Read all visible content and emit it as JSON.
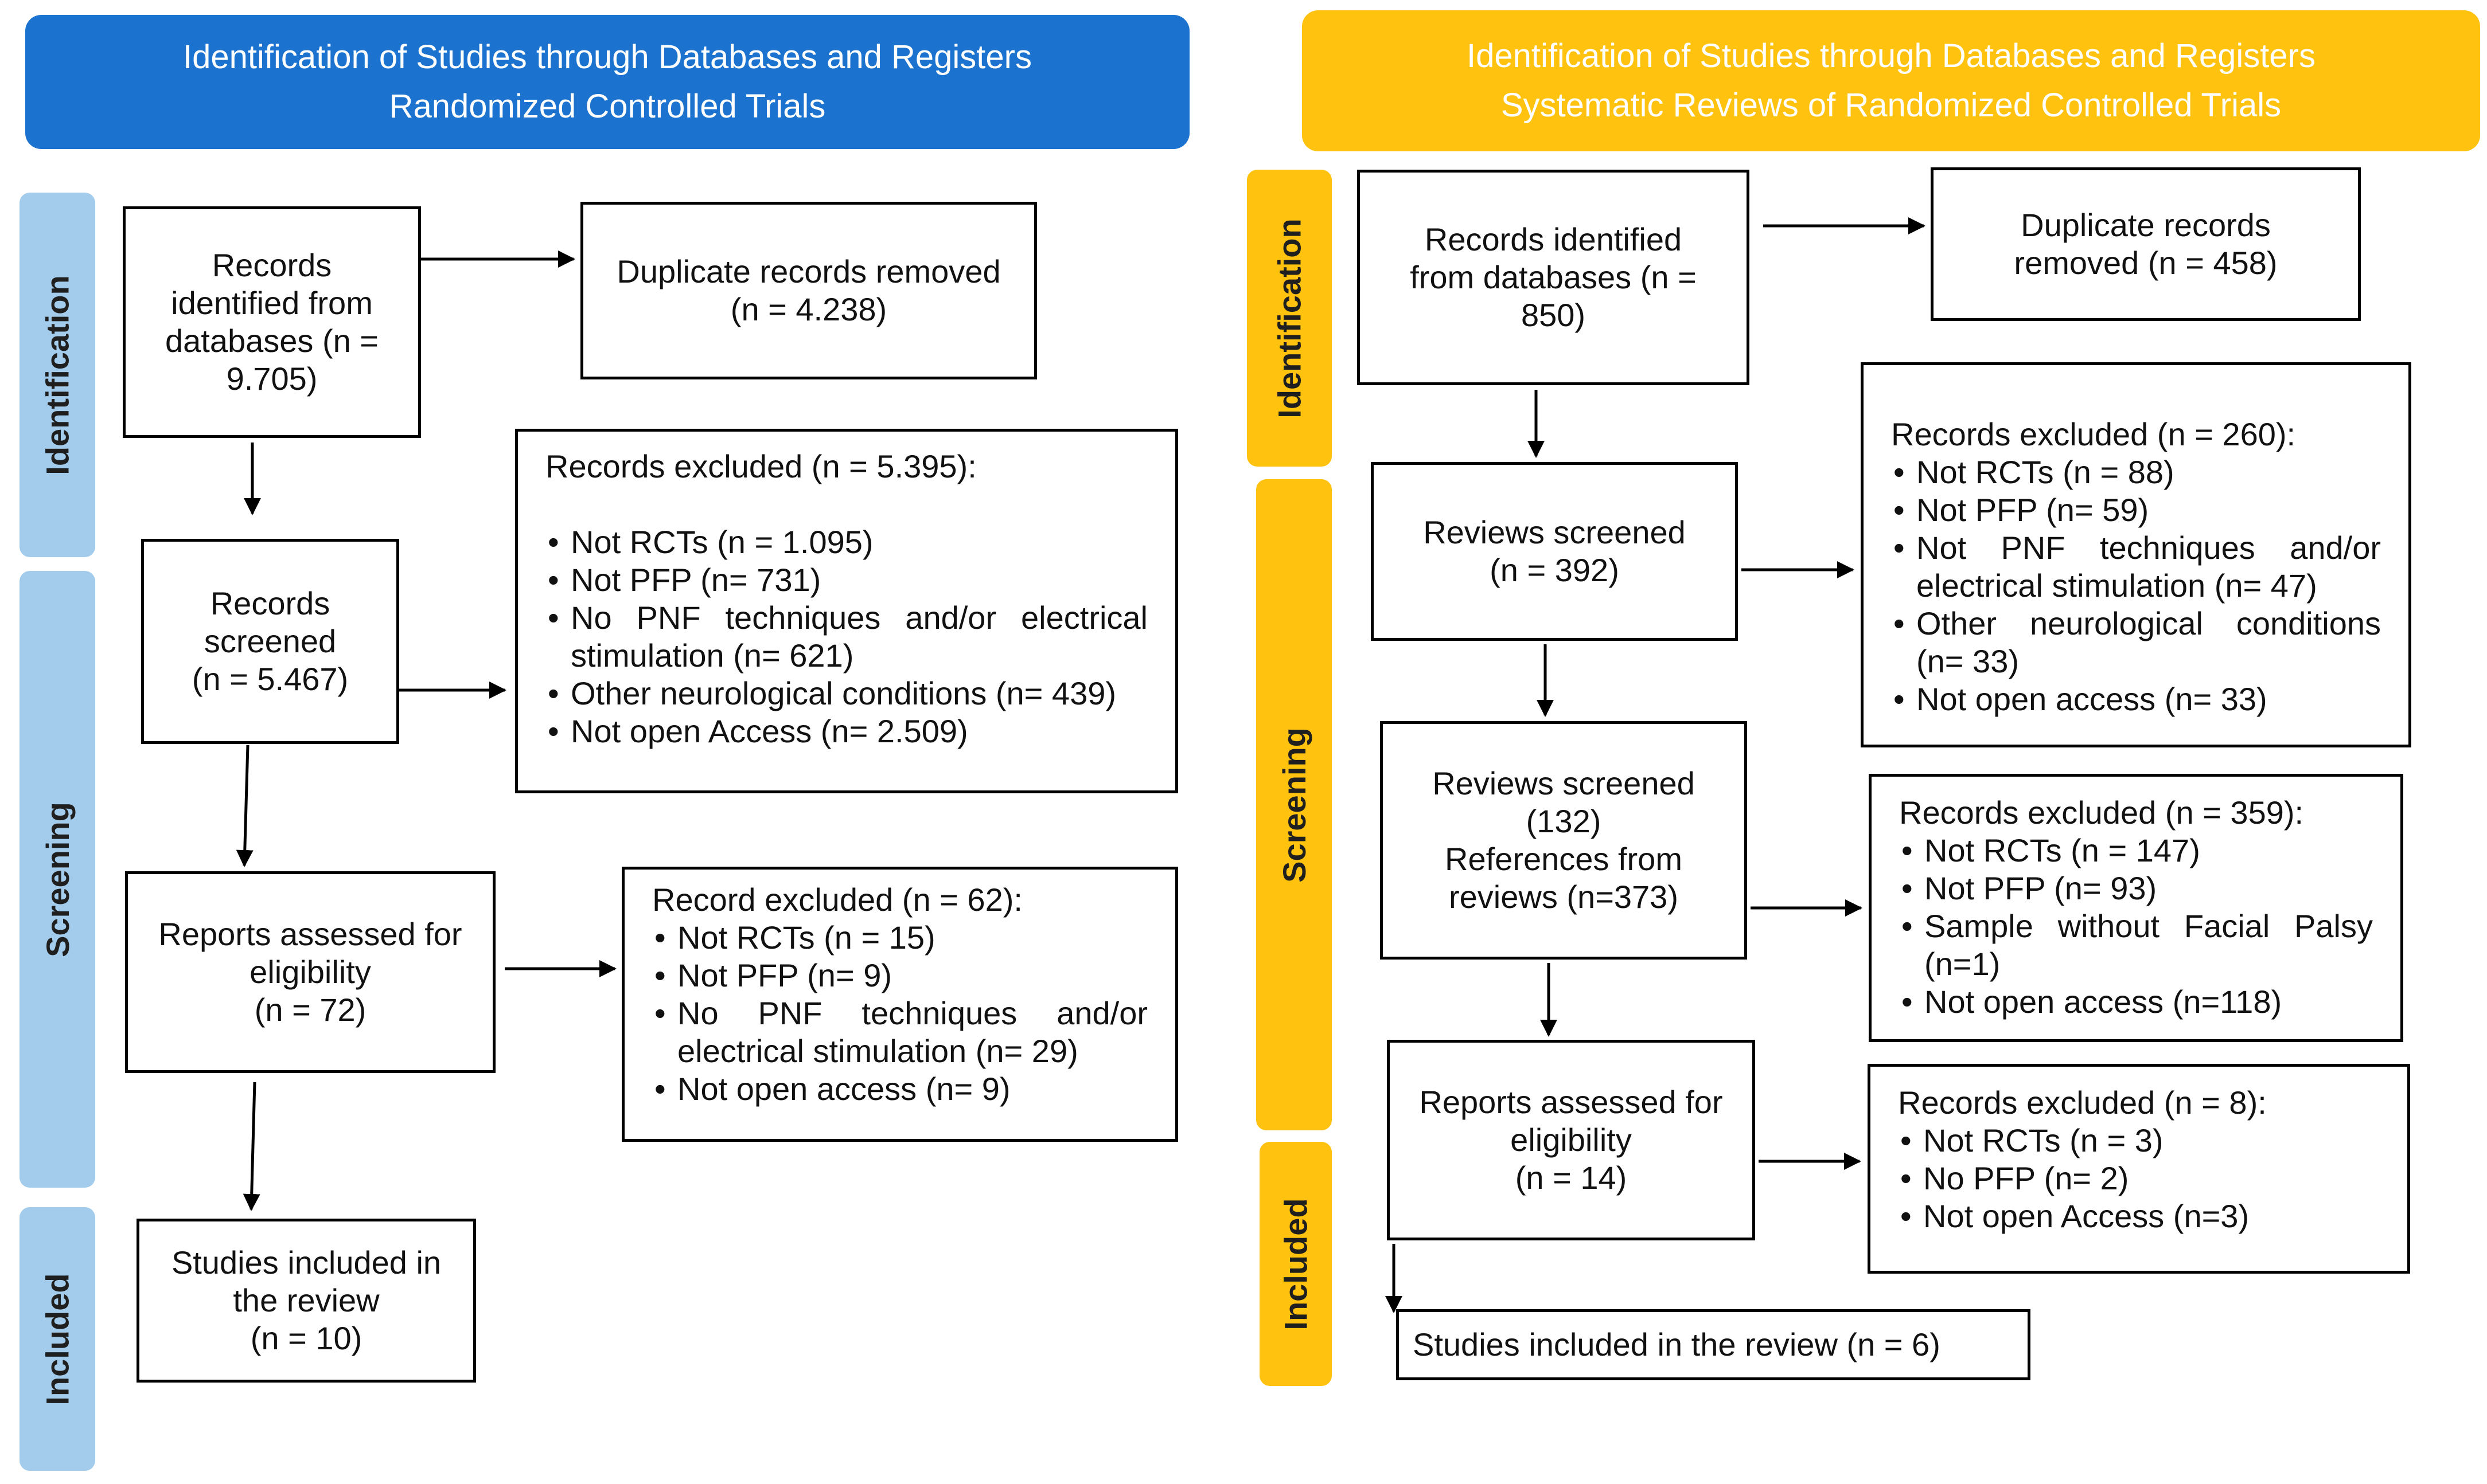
{
  "left": {
    "header": {
      "line1": "Identification of Studies through Databases and Registers",
      "line2": "Randomized Controlled Trials"
    },
    "phases": {
      "identification": "Identification",
      "screening": "Screening",
      "included": "Included"
    },
    "records_identified": {
      "line1": "Records",
      "line2": "identified from",
      "line3": "databases (n =",
      "line4": "9.705)"
    },
    "duplicates": {
      "line1": "Duplicate records removed",
      "line2": "(n = 4.238)"
    },
    "records_screened": {
      "line1": "Records",
      "line2": "screened",
      "line3": "(n = 5.467)"
    },
    "excluded_1": {
      "title": "Records excluded (n = 5.395):",
      "items": [
        "Not RCTs (n = 1.095)",
        "Not PFP (n= 731)",
        "No PNF techniques and/or electrical stimulation (n= 621)",
        "Other neurological conditions (n= 439)",
        "Not open Access (n= 2.509)"
      ]
    },
    "reports_assessed": {
      "line1": "Reports assessed for",
      "line2": "eligibility",
      "line3": "(n = 72)"
    },
    "excluded_2": {
      "title": "Record excluded (n = 62):",
      "items": [
        "Not RCTs (n = 15)",
        "Not PFP (n= 9)",
        "No PNF techniques and/or electrical stimulation (n= 29)",
        "Not open access (n= 9)"
      ]
    },
    "included": {
      "line1": "Studies included in",
      "line2": "the review",
      "line3": "(n = 10)"
    }
  },
  "right": {
    "header": {
      "line1": "Identification of Studies through Databases and Registers",
      "line2": "Systematic Reviews of Randomized Controlled Trials"
    },
    "phases": {
      "identification": "Identification",
      "screening": "Screening",
      "included": "Included"
    },
    "records_identified": {
      "line1": "Records identified",
      "line2": "from databases (n =",
      "line3": "850)"
    },
    "duplicates": {
      "line1": "Duplicate records",
      "line2": "removed (n = 458)"
    },
    "reviews_screened_1": {
      "line1": "Reviews screened",
      "line2": "(n = 392)"
    },
    "excluded_1": {
      "title": "Records excluded (n = 260):",
      "items": [
        "Not RCTs (n = 88)",
        "Not PFP (n= 59)",
        "Not PNF techniques and/or electrical stimulation (n= 47)",
        "Other neurological conditions (n= 33)",
        "Not open access (n= 33)"
      ]
    },
    "reviews_screened_2": {
      "line1": "Reviews screened",
      "line2": "(132)",
      "line3": "References from",
      "line4": "reviews (n=373)"
    },
    "excluded_2": {
      "title": "Records excluded (n = 359):",
      "items": [
        "Not RCTs (n = 147)",
        "Not PFP (n= 93)",
        "Sample without Facial Palsy (n=1)",
        "Not open access (n=118)"
      ]
    },
    "reports_assessed": {
      "line1": "Reports assessed for",
      "line2": "eligibility",
      "line3": "(n = 14)"
    },
    "excluded_3": {
      "title": "Records excluded (n = 8):",
      "items": [
        "Not RCTs (n = 3)",
        "No PFP (n= 2)",
        "Not open Access (n=3)"
      ]
    },
    "included": {
      "text": "Studies included in the review (n = 6)"
    }
  }
}
